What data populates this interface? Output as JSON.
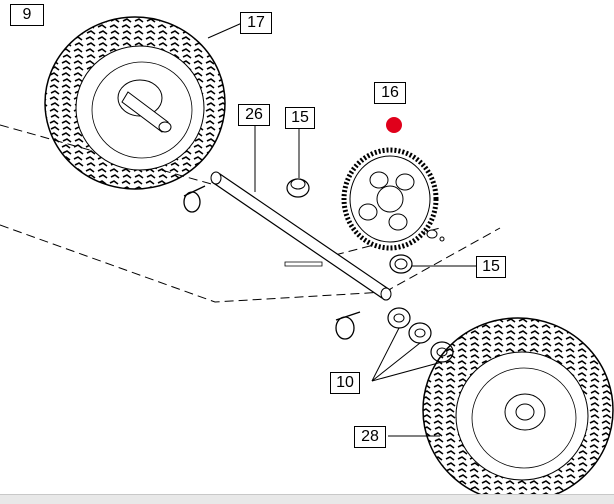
{
  "diagram": {
    "parts": [
      {
        "ref": "9"
      },
      {
        "ref": "17"
      },
      {
        "ref": "26"
      },
      {
        "ref": "15"
      },
      {
        "ref": "16"
      },
      {
        "ref": "15"
      },
      {
        "ref": "10"
      },
      {
        "ref": "28"
      }
    ],
    "highlight_color": "#e0001b",
    "line_color": "#000000"
  }
}
